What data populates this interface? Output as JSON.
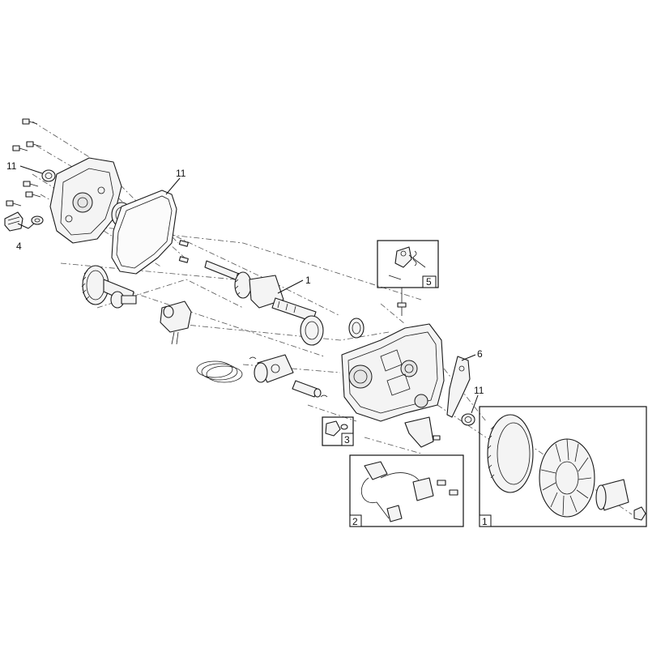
{
  "callouts": {
    "c1": "1",
    "c4": "4",
    "c6": "6",
    "c11a": "11",
    "c11b": "11",
    "c11c": "11"
  },
  "boxes": {
    "b1": "1",
    "b2": "2",
    "b3": "3",
    "b5": "5"
  },
  "colors": {
    "line": "#1a1a1a",
    "fill": "#f4f4f4",
    "background": "#ffffff"
  }
}
